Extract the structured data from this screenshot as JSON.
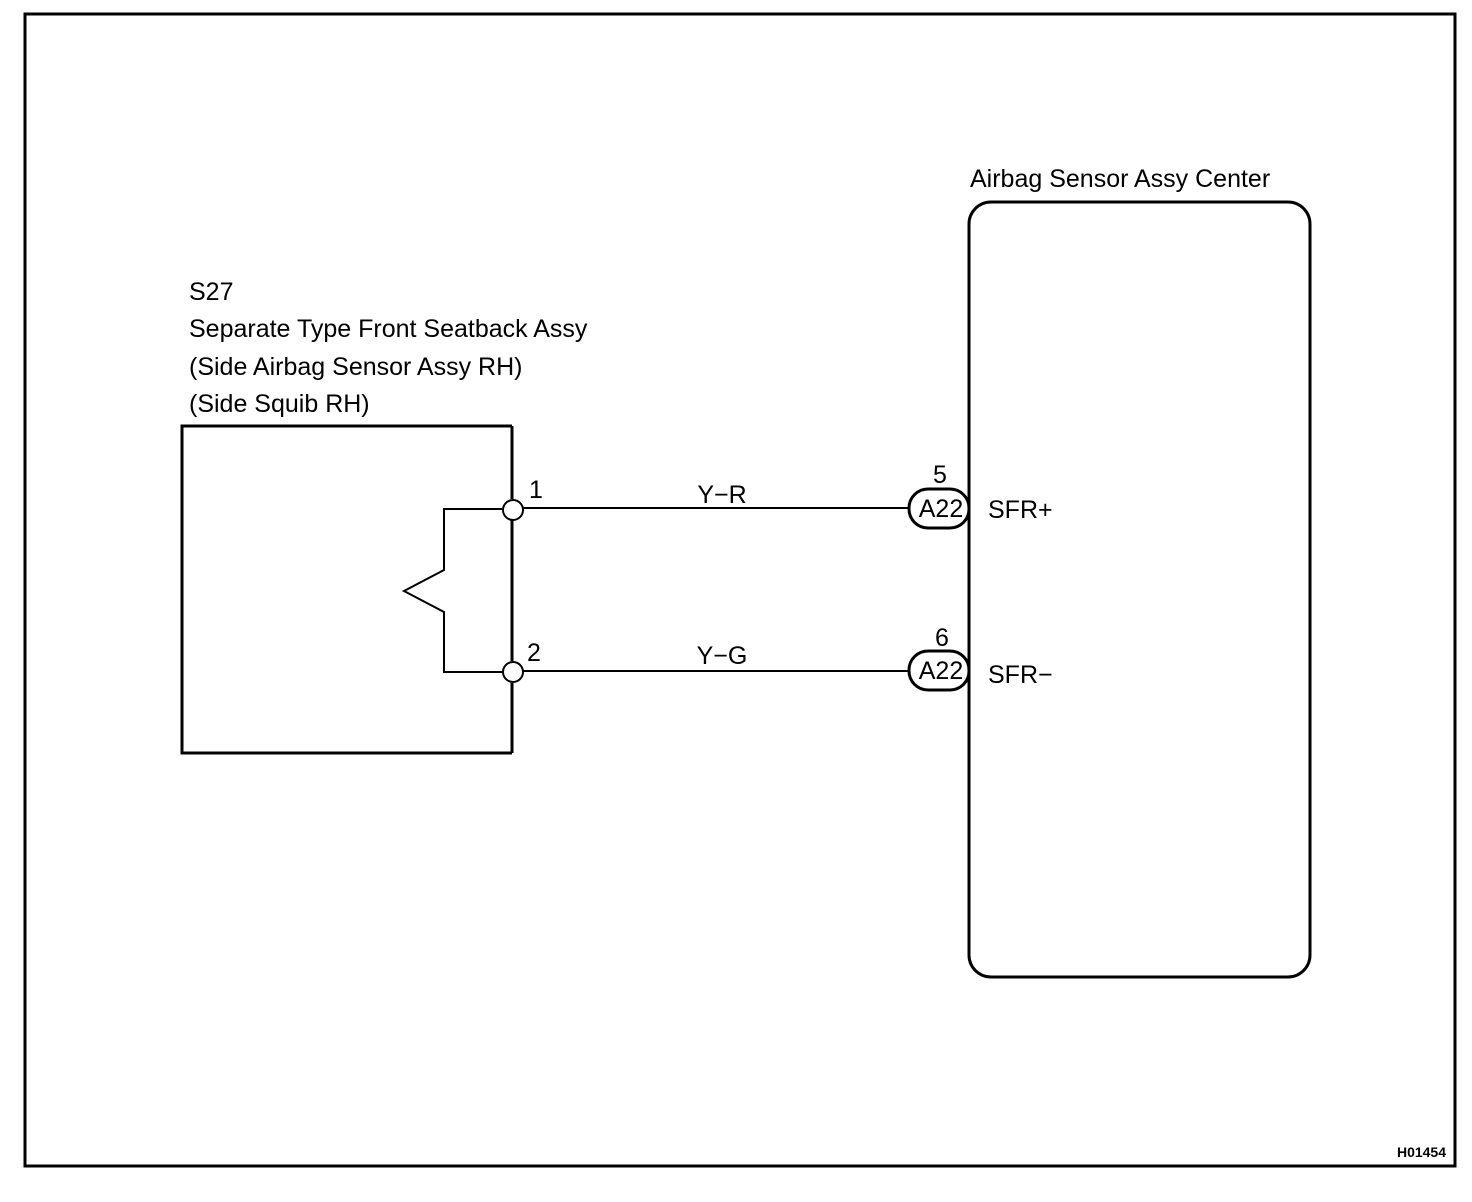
{
  "figure_id": "H01454",
  "left_component": {
    "code": "S27",
    "name": "Separate Type Front Seatback Assy",
    "line2": "(Side Airbag Sensor Assy RH)",
    "line3": "(Side Squib RH)",
    "pins": [
      {
        "pin": "1"
      },
      {
        "pin": "2"
      }
    ]
  },
  "right_component": {
    "name": "Airbag Sensor Assy Center",
    "terminals": [
      {
        "pin": "5",
        "connector": "A22",
        "signal": "SFR+"
      },
      {
        "pin": "6",
        "connector": "A22",
        "signal": "SFR−"
      }
    ]
  },
  "wires": [
    {
      "color": "Y−R",
      "from_pin": "1",
      "to_pin": "5"
    },
    {
      "color": "Y−G",
      "from_pin": "2",
      "to_pin": "6"
    }
  ],
  "colors": {
    "line": "#000000",
    "background": "#ffffff"
  }
}
